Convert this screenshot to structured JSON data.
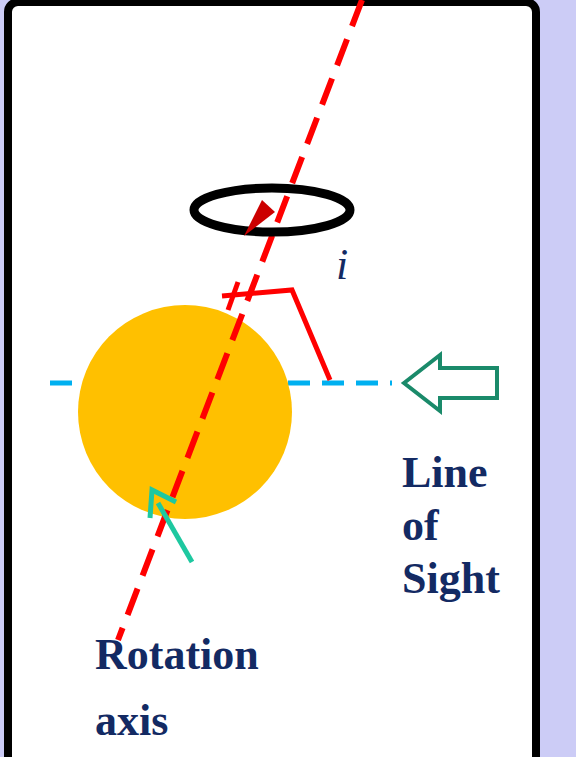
{
  "diagram": {
    "labels": [
      "i",
      "Line of Sight",
      "Rotation axis"
    ]
  }
}
